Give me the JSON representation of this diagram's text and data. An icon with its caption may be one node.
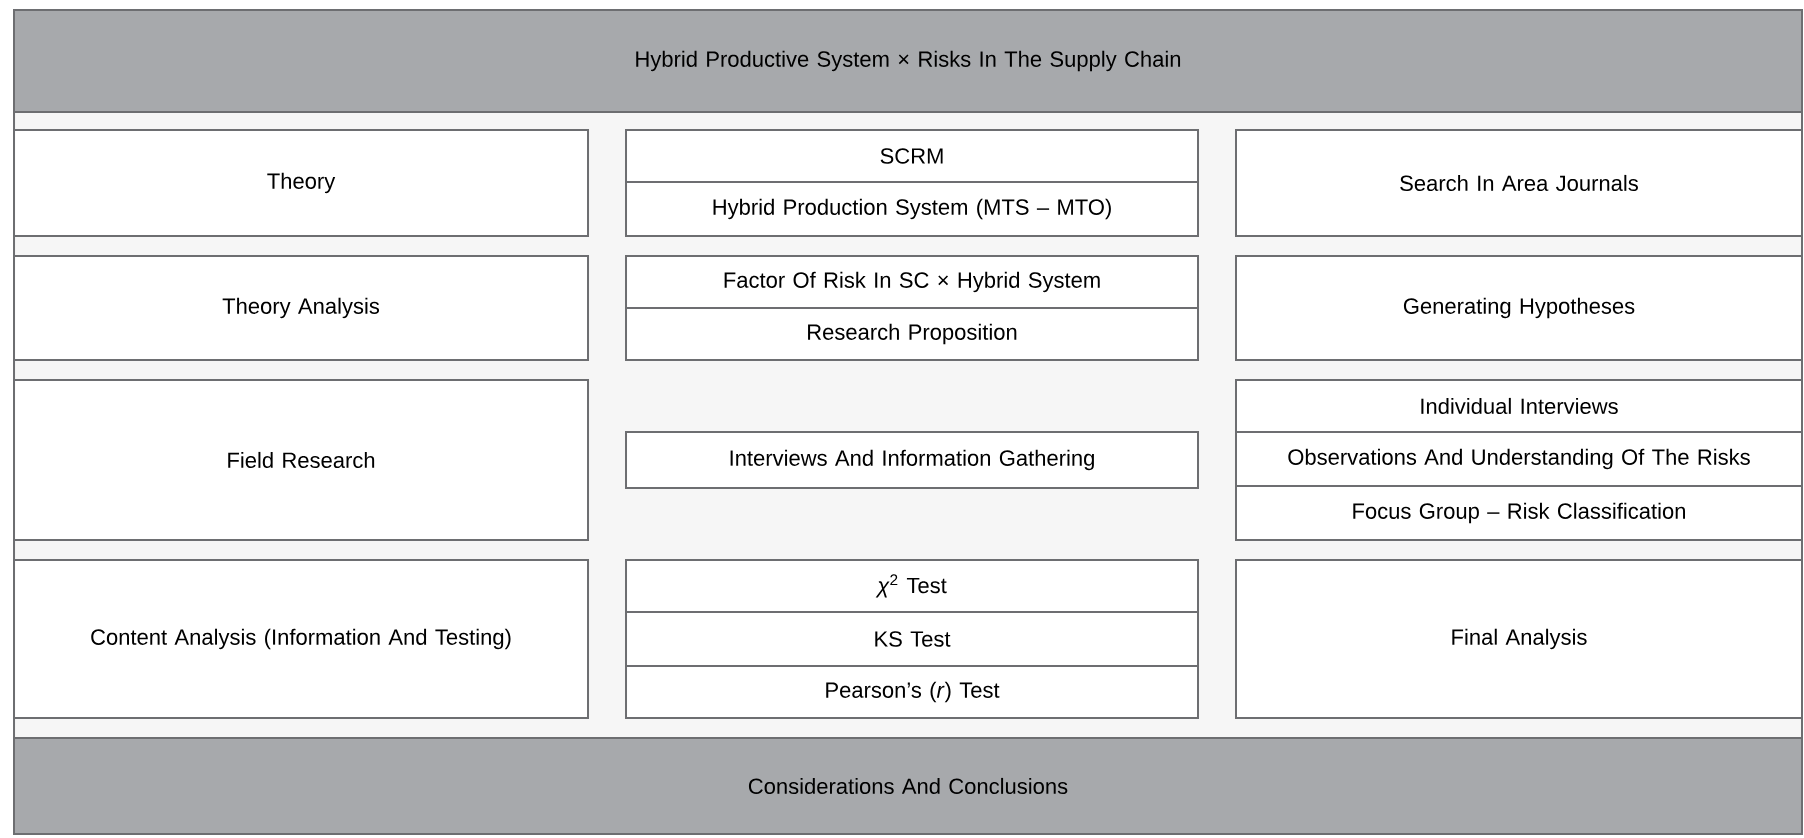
{
  "diagram": {
    "nodes": [
      {
        "text": [
          "Hybrid Productive System × Risks In The Supply Chain"
        ]
      },
      {
        "text": [
          "Theory"
        ]
      },
      {
        "text": [
          "SCRM"
        ]
      },
      {
        "text": [
          "Hybrid Production System (MTS – MTO)"
        ]
      },
      {
        "text": [
          "Search In Area Journals"
        ]
      },
      {
        "text": [
          "Theory Analysis"
        ]
      },
      {
        "text": [
          "Factor Of Risk In SC × Hybrid System"
        ]
      },
      {
        "text": [
          "Research Proposition"
        ]
      },
      {
        "text": [
          "Generating Hypotheses"
        ]
      },
      {
        "text": [
          "Field Research"
        ]
      },
      {
        "text": [
          "Interviews And Information Gathering"
        ]
      },
      {
        "text": [
          "Individual Interviews"
        ]
      },
      {
        "text": [
          "Observations And Understanding Of The Risks"
        ]
      },
      {
        "text": [
          "Focus Group – Risk Classification"
        ]
      },
      {
        "text": [
          "Content Analysis (Information And Testing)"
        ]
      },
      {
        "text": [
          "*χ*$^{2}$ Test"
        ]
      },
      {
        "text": [
          "KS Test"
        ]
      },
      {
        "text": [
          "Pearson’s (*r*) Test"
        ]
      },
      {
        "text": [
          "Final Analysis"
        ]
      },
      {
        "text": [
          "Considerations And Conclusions"
        ]
      }
    ]
  }
}
